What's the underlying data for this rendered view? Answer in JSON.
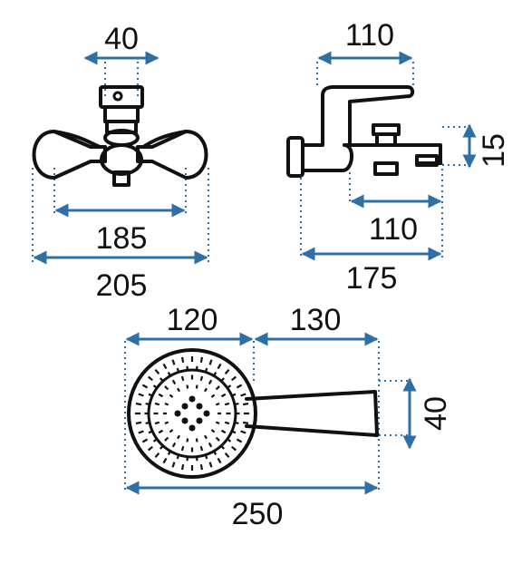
{
  "colors": {
    "dimension": "#2e6fa6",
    "outline": "#111111",
    "background": "#ffffff"
  },
  "front_view": {
    "top_width": "40",
    "inner_width": "185",
    "outer_width": "205"
  },
  "side_view": {
    "top_width": "110",
    "height": "15",
    "spout_length": "110",
    "total_depth": "175"
  },
  "hand_shower": {
    "head_diameter": "120",
    "handle_length": "130",
    "handle_height": "40",
    "total_length": "250"
  }
}
